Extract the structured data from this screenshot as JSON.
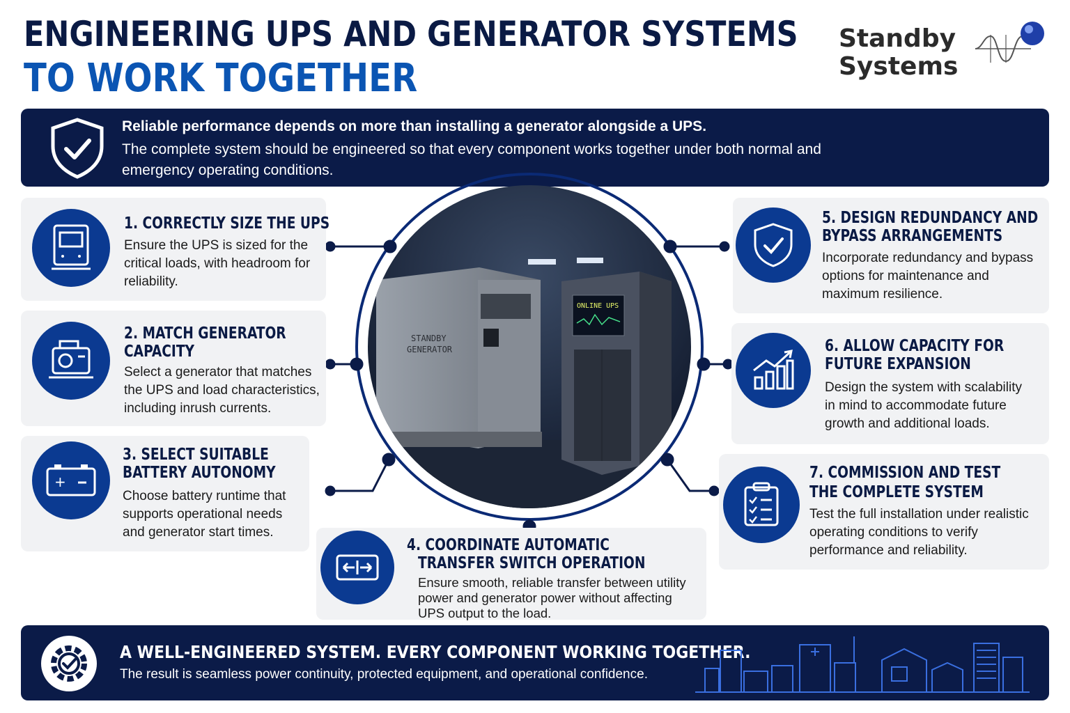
{
  "title": {
    "line1": "ENGINEERING UPS AND GENERATOR SYSTEMS",
    "line2": "TO WORK TOGETHER"
  },
  "logo": {
    "line1": "Standby",
    "line2": "Systems"
  },
  "banner": {
    "lead": "Reliable performance depends on more than installing a generator alongside a UPS.",
    "body": "The complete system should be engineered so that every component works together under both normal and emergency operating conditions.",
    "icon": "shield-check-icon"
  },
  "center_image": {
    "generator_label": "STANDBY GENERATOR",
    "ups_label": "ONLINE UPS"
  },
  "steps": [
    {
      "title": "1. CORRECTLY SIZE THE UPS",
      "text": "Ensure the UPS is sized for the critical loads, with headroom for reliability.",
      "icon": "ups-unit-icon"
    },
    {
      "title": "2. MATCH GENERATOR CAPACITY",
      "text": "Select a generator that matches the UPS and load characteristics, including inrush currents.",
      "icon": "generator-icon"
    },
    {
      "title": "3. SELECT SUITABLE BATTERY AUTONOMY",
      "text": "Choose battery runtime that supports operational needs and generator start times.",
      "icon": "battery-icon"
    },
    {
      "title": "4. COORDINATE AUTOMATIC TRANSFER SWITCH OPERATION",
      "text": "Ensure smooth, reliable transfer between utility power and generator power without affecting UPS output to the load.",
      "icon": "transfer-switch-icon"
    },
    {
      "title": "5. DESIGN REDUNDANCY AND BYPASS ARRANGEMENTS",
      "text": "Incorporate redundancy and bypass options for maintenance and maximum resilience.",
      "icon": "shield-check-icon"
    },
    {
      "title": "6. ALLOW CAPACITY FOR FUTURE EXPANSION",
      "text": "Design the system with scalability in mind to accommodate future growth and additional loads.",
      "icon": "growth-chart-icon"
    },
    {
      "title": "7. COMMISSION AND TEST THE COMPLETE SYSTEM",
      "text": "Test the full installation under realistic operating conditions to verify performance and reliability.",
      "icon": "checklist-icon"
    }
  ],
  "step_title_lines": {
    "s1": [
      "1. CORRECTLY SIZE THE UPS"
    ],
    "s2": [
      "2. MATCH GENERATOR",
      "CAPACITY"
    ],
    "s3": [
      "3. SELECT SUITABLE",
      "BATTERY AUTONOMY"
    ],
    "s4": [
      "4. COORDINATE AUTOMATIC",
      "TRANSFER SWITCH OPERATION"
    ],
    "s5": [
      "5. DESIGN REDUNDANCY AND",
      "BYPASS ARRANGEMENTS"
    ],
    "s6": [
      "6. ALLOW CAPACITY FOR",
      "FUTURE EXPANSION"
    ],
    "s7": [
      "7. COMMISSION AND TEST",
      "THE COMPLETE SYSTEM"
    ]
  },
  "footer": {
    "headline": "A WELL-ENGINEERED SYSTEM. EVERY COMPONENT WORKING TOGETHER.",
    "text": "The result is seamless power continuity, protected equipment, and operational confidence.",
    "icon": "gear-check-icon"
  },
  "colors": {
    "navy": "#0b1b48",
    "accent_blue": "#0b55b3",
    "icon_blue": "#0b3a91",
    "card_gray": "#f1f2f4"
  }
}
